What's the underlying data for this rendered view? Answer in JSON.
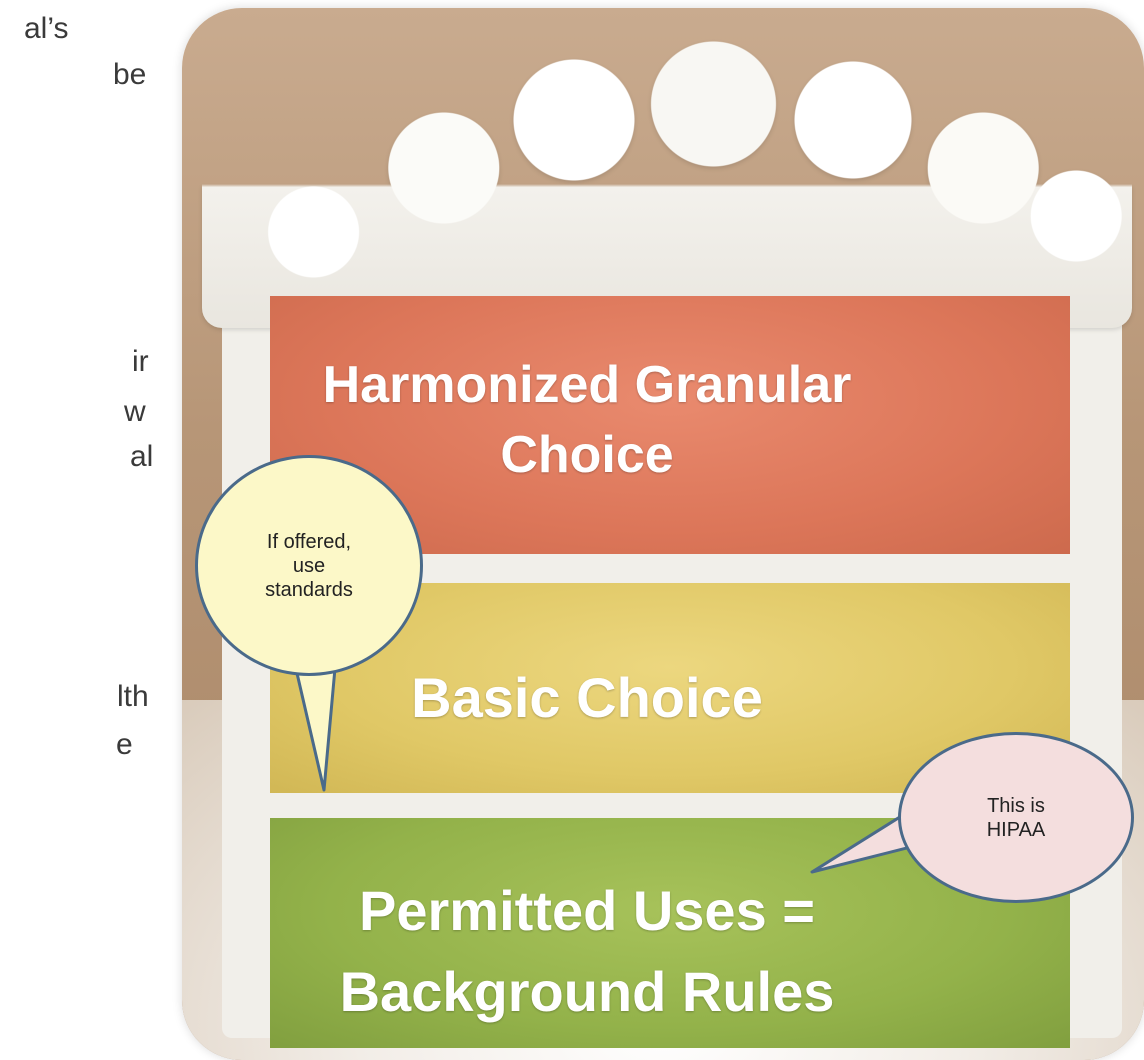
{
  "left_text": {
    "fragments": [
      "al’s",
      "be",
      "ir",
      "w",
      "al",
      "lth",
      "e"
    ]
  },
  "cake": {
    "layers": {
      "top_label": "Harmonized Granular\nChoice",
      "middle_label": "Basic Choice",
      "bottom_label": "Permitted Uses =\nBackground Rules"
    }
  },
  "callouts": {
    "left": "If offered,\nuse\nstandards",
    "right": "This is\nHIPAA"
  },
  "colors": {
    "top_layer": "#dc7659",
    "middle_layer": "#e0c866",
    "bottom_layer": "#93b24a",
    "callout_left_fill": "#fcf8c8",
    "callout_right_fill": "#f4dede",
    "callout_border": "#4a6a8a"
  }
}
